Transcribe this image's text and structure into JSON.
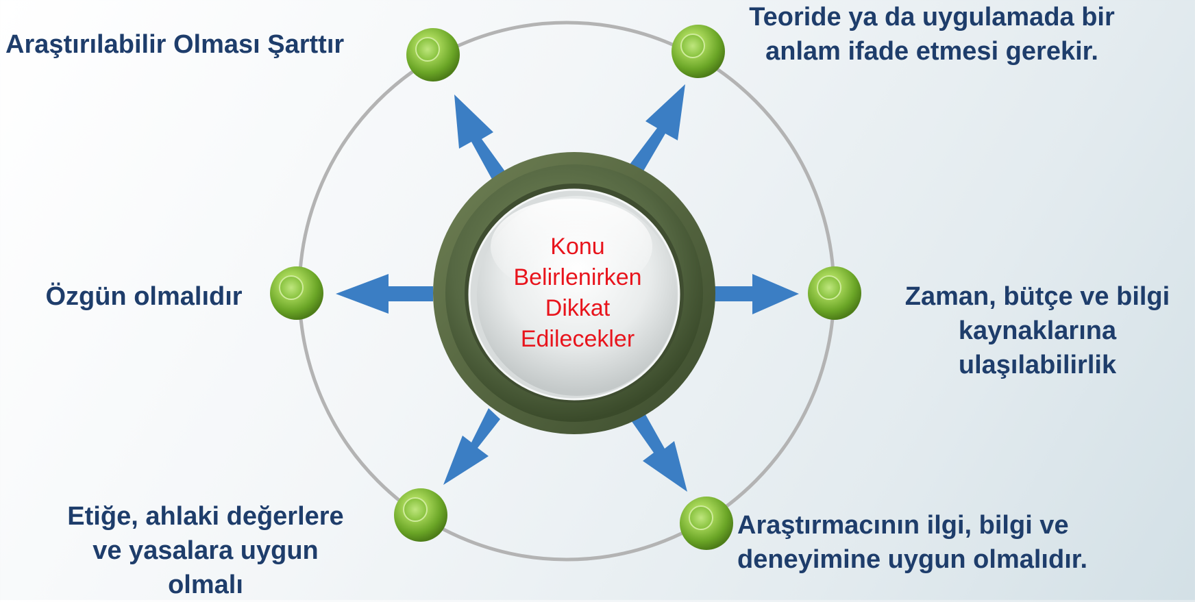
{
  "center": {
    "lines": [
      "Konu",
      "Belirlenirken",
      "Dikkat",
      "Edilecekler"
    ],
    "text_color": "#e8141c"
  },
  "items": [
    {
      "id": "top-left",
      "lines": [
        "Araştırılabilir Olması Şarttır"
      ]
    },
    {
      "id": "top-right",
      "lines": [
        "Teoride ya da uygulamada bir",
        "anlam ifade etmesi gerekir."
      ]
    },
    {
      "id": "left",
      "lines": [
        "Özgün olmalıdır"
      ]
    },
    {
      "id": "right",
      "lines": [
        "Zaman, bütçe ve bilgi",
        "kaynaklarına",
        "ulaşılabilirlik"
      ]
    },
    {
      "id": "bottom-left",
      "lines": [
        "Etiğe, ahlaki değerlere",
        "ve yasalara uygun",
        "olmalı"
      ]
    },
    {
      "id": "bottom-right",
      "lines": [
        "Araştırmacının ilgi, bilgi ve",
        "deneyimine uygun olmalıdır."
      ]
    }
  ],
  "colors": {
    "label_text": "#1e3d6b",
    "arrow": "#3b7ec4",
    "node_green": "#8cc63f",
    "ring_dark_green": "#4c5d3a",
    "orbit": "#b3b3b3"
  }
}
